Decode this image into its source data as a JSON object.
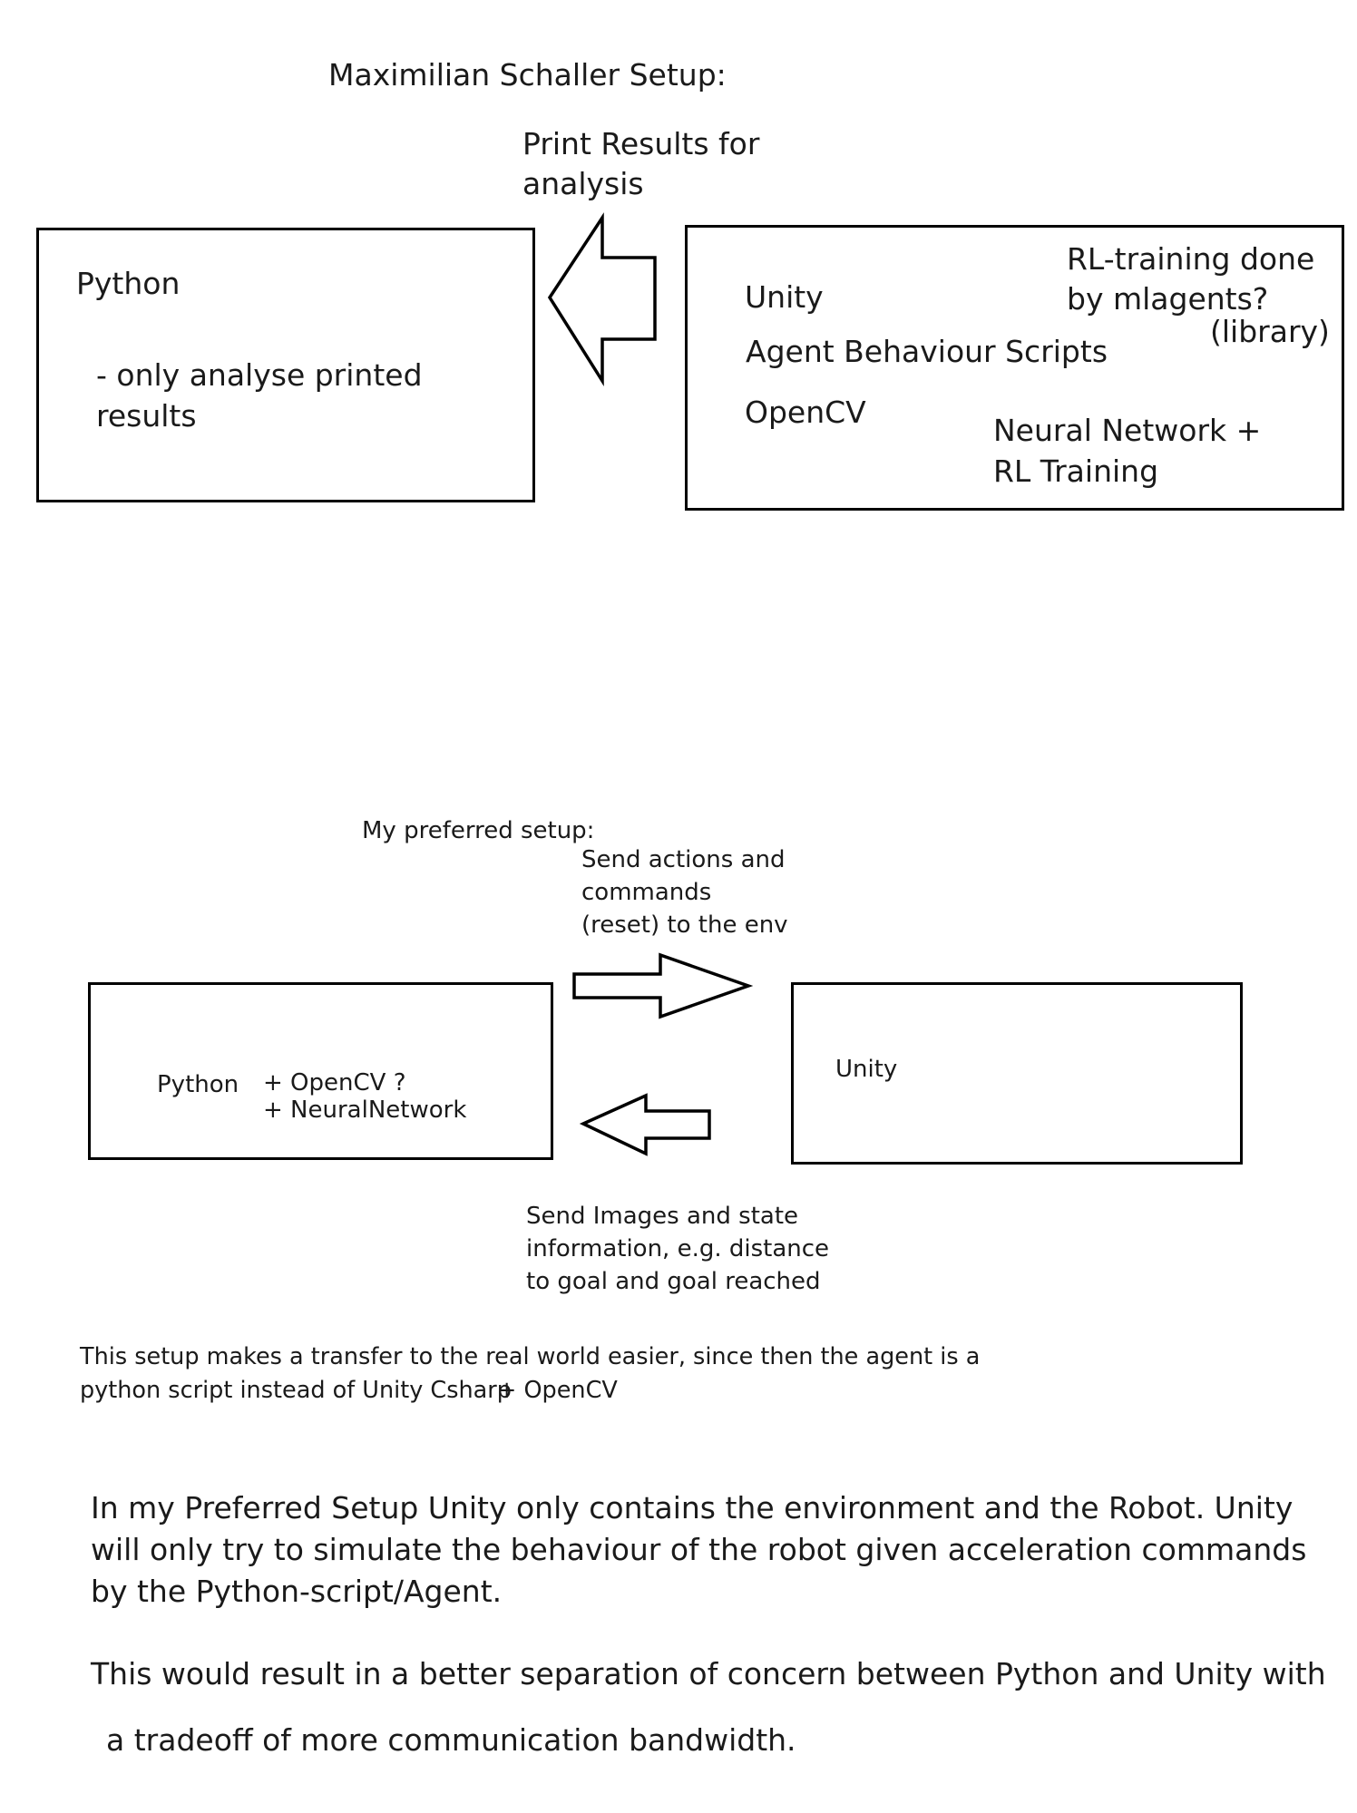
{
  "top": {
    "title": "Maximilian Schaller Setup:",
    "arrow_label_line1": "Print Results for",
    "arrow_label_line2": "analysis",
    "python_box": {
      "title": "Python",
      "note_line1": "- only analyse printed",
      "note_line2": "results"
    },
    "unity_box": {
      "unity": "Unity",
      "agent_scripts": "Agent Behaviour Scripts",
      "opencv": "OpenCV",
      "rl_line1": "RL-training done",
      "rl_line2": "by mlagents?",
      "library": "(library)",
      "nn_line1": "Neural Network +",
      "nn_line2": "RL Training"
    }
  },
  "bottom": {
    "title": "My preferred setup:",
    "send_actions_line1": "Send actions and",
    "send_actions_line2": "commands",
    "send_actions_line3": "(reset) to the env",
    "python_box": {
      "title": "Python",
      "opencv": "+ OpenCV ?",
      "nn": "+ NeuralNetwork"
    },
    "unity_box": {
      "title": "Unity"
    },
    "send_images_line1": "Send Images and state",
    "send_images_line2": "information, e.g. distance",
    "send_images_line3": "to goal and goal reached",
    "transfer_line1": "This setup makes a transfer to the real world easier, since then the agent is a",
    "transfer_line2": "python script instead of Unity Csharp",
    "transfer_line2_suffix": "+ OpenCV"
  },
  "paragraphs": {
    "p1_line1": "In my Preferred Setup Unity only contains the environment and the Robot. Unity",
    "p1_line2": "will only try to simulate the behaviour of the robot given acceleration commands",
    "p1_line3": "by the Python-script/Agent.",
    "p2_line1": "This would result in a better separation of concern between Python and Unity with",
    "p2_line2": "a tradeoff of more communication bandwidth."
  }
}
